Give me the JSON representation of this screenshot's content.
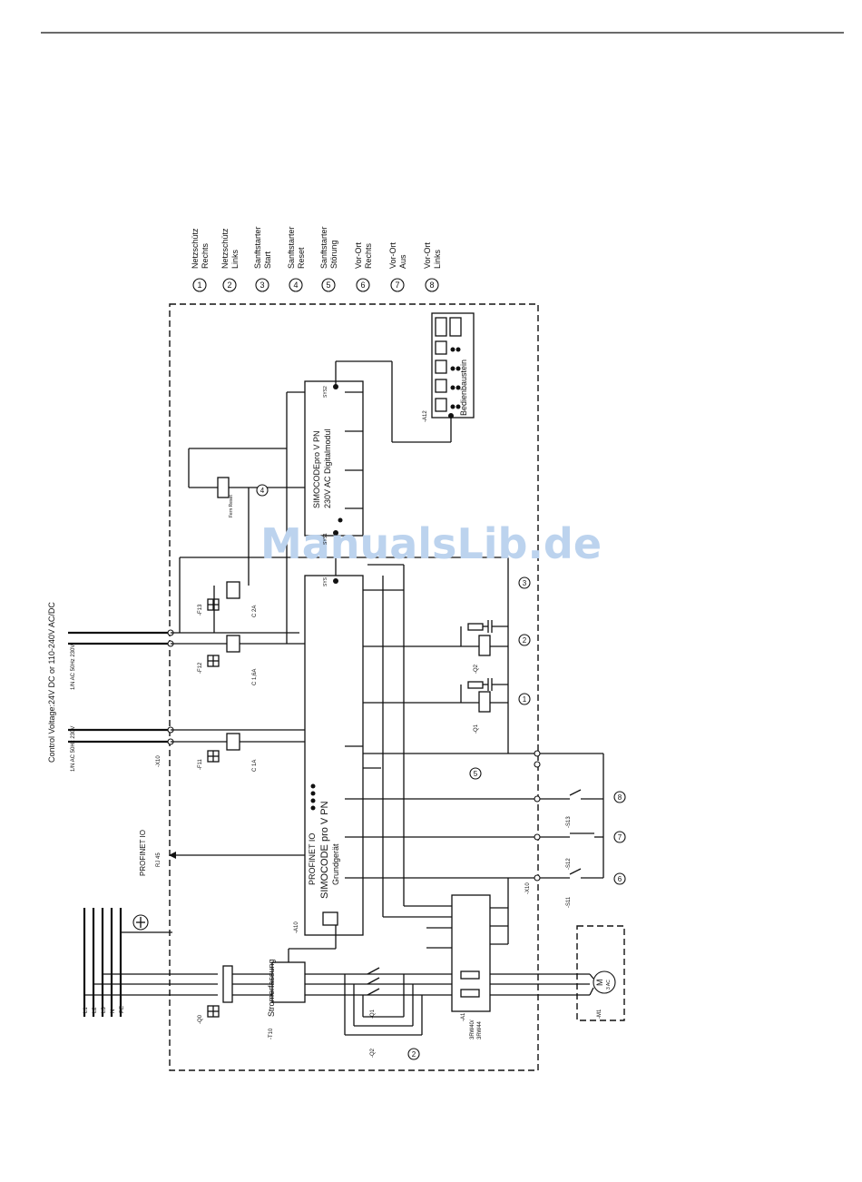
{
  "legend": [
    {
      "num": "1",
      "line1": "Netzschütz",
      "line2": "Rechts"
    },
    {
      "num": "2",
      "line1": "Netzschütz",
      "line2": "Links"
    },
    {
      "num": "3",
      "line1": "Sanftstarter",
      "line2": "Start"
    },
    {
      "num": "4",
      "line1": "Sanftstarter",
      "line2": "Reset"
    },
    {
      "num": "5",
      "line1": "Sanftstarter",
      "line2": "Störung"
    },
    {
      "num": "6",
      "line1": "Vor-Ort",
      "line2": "Rechts"
    },
    {
      "num": "7",
      "line1": "Vor-Ort",
      "line2": "Aus"
    },
    {
      "num": "8",
      "line1": "Vor-Ort",
      "line2": "Links"
    }
  ],
  "labels": {
    "control_voltage": "Control Voltage:24V DC or 110-240V AC/DC",
    "supply_a": "1/N AC 50Hz 230V",
    "supply_b": "1/N AC 50Hz 230V",
    "profinet_top": "PROFINET IO",
    "rj45": "RJ 45",
    "basic_unit_title1": "PROFINET IO",
    "basic_unit_title2": "SIMOCODE pro V PN",
    "basic_unit_title3": "Grundgerät",
    "dm_title1": "SIMOCODEpro V PN",
    "dm_title2": "230V AC Digitalmodul",
    "op_panel": "Bedienbaustein",
    "current_sensor": "Stromerfassung",
    "watermark": "ManualsLib.de",
    "ref_a10": "-A10",
    "ref_a12": "-A12",
    "ref_a1": "-A1",
    "ref_a1_types": "3RW40/",
    "ref_a1_types2": "3RW44",
    "ref_t10": "-T10",
    "ref_q1": "-Q1",
    "ref_q2": "-Q2",
    "ref_m1": "-M1",
    "ref_x10": "-X10",
    "ref_f11": "-F11",
    "ref_f12": "-F12",
    "ref_f13": "-F13",
    "f11_rating": "C 1A",
    "f12_rating": "C 1,6A",
    "f13_rating": "C 2A",
    "motor": "M",
    "motor_phase": "3 AC",
    "mains": [
      "L1",
      "L2",
      "L3",
      "N",
      "PE"
    ],
    "mains_q0": "-Q0",
    "btn_s11": "-S11",
    "btn_s12": "-S12",
    "btn_s13": "-S13",
    "reset_text": "Fern Reset",
    "sys_if": "SYS",
    "sys_if2": "SYS2",
    "sys_if3": "SYS1"
  },
  "colors": {
    "line": "#111111",
    "watermark": "#bcd3ee",
    "background": "#ffffff"
  }
}
